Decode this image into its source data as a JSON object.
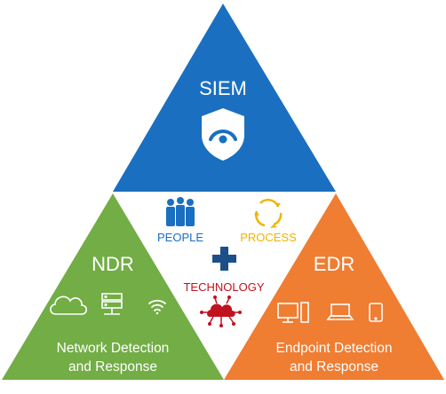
{
  "diagram": {
    "top": {
      "title": "SIEM",
      "icon": "shield-eye-icon",
      "color": "#1a6fc0"
    },
    "left": {
      "title": "NDR",
      "subtitle_line1": "Network Detection",
      "subtitle_line2": "and Response",
      "icons": [
        "cloud-icon",
        "server-icon",
        "wifi-icon"
      ],
      "color": "#72ad45"
    },
    "right": {
      "title": "EDR",
      "subtitle_line1": "Endpoint Detection",
      "subtitle_line2": "and Response",
      "icons": [
        "desktop-icon",
        "laptop-icon",
        "tablet-icon"
      ],
      "color": "#ef7d32"
    },
    "center": {
      "people": {
        "label": "PEOPLE",
        "color": "#1a6fc0",
        "icon": "people-icon"
      },
      "process": {
        "label": "PROCESS",
        "color": "#f0b400",
        "icon": "cycle-icon"
      },
      "technology": {
        "label": "TECHNOLOGY",
        "color": "#c1121f",
        "icon": "cloud-network-icon"
      },
      "plus_color": "#1a4f8a",
      "plus_icon": "plus-icon"
    }
  }
}
